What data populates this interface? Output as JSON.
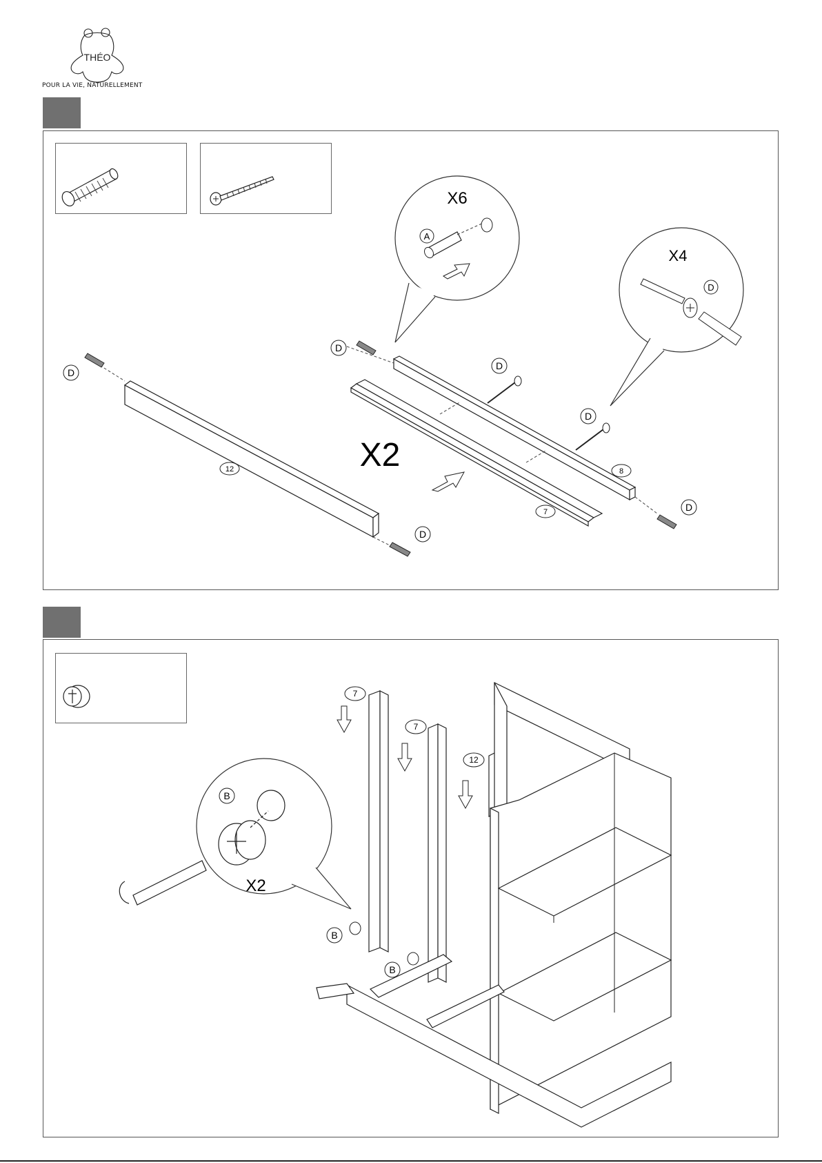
{
  "brand": {
    "logo_text": "THÉO",
    "tagline": "POUR LA VIE, NATURELLEMENT"
  },
  "step1": {
    "callout_a_count": "X6",
    "callout_a_part": "A",
    "callout_d_count": "X4",
    "callout_d_part": "D",
    "multiplier": "X2",
    "dowel_label": "D",
    "screw_label": "D",
    "part_numbers": {
      "rail_long": "12",
      "rail_front": "7",
      "rail_back": "8"
    }
  },
  "step2": {
    "callout_count": "X2",
    "callout_part": "B",
    "cam_label": "B",
    "part_numbers": {
      "post_left": "7",
      "post_mid": "7",
      "post_right": "12"
    }
  }
}
